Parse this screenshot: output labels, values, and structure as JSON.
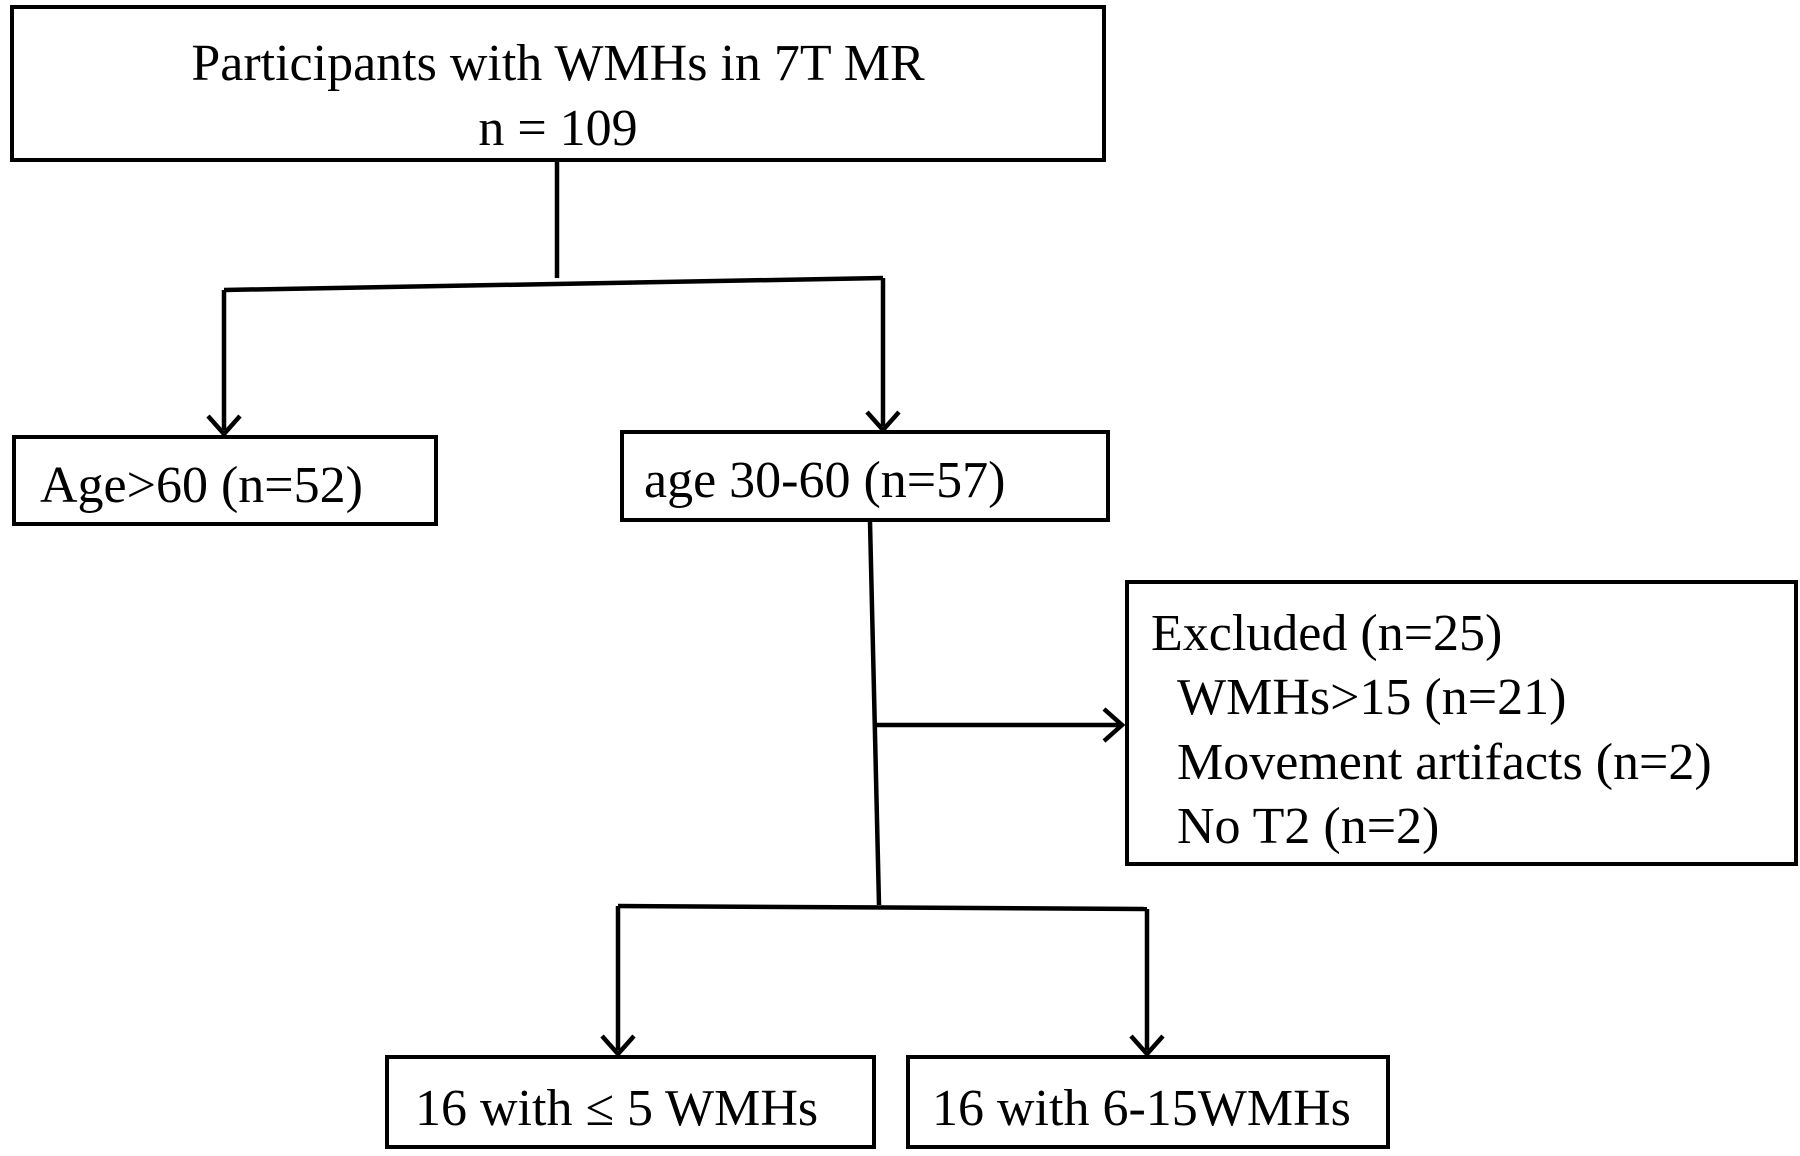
{
  "flowchart": {
    "top": {
      "line1": "Participants with WMHs in 7T MR",
      "line2": "n = 109"
    },
    "older": {
      "label": "Age>60 (n=52)"
    },
    "middle": {
      "label": "age 30-60 (n=57)"
    },
    "excluded": {
      "title": "Excluded (n=25)",
      "reasons": [
        "WMHs>15 (n=21)",
        "Movement artifacts (n=2)",
        "No T2 (n=2)"
      ]
    },
    "low": {
      "label": "16 with ≤ 5 WMHs"
    },
    "high": {
      "label": "16 with 6-15WMHs"
    }
  }
}
